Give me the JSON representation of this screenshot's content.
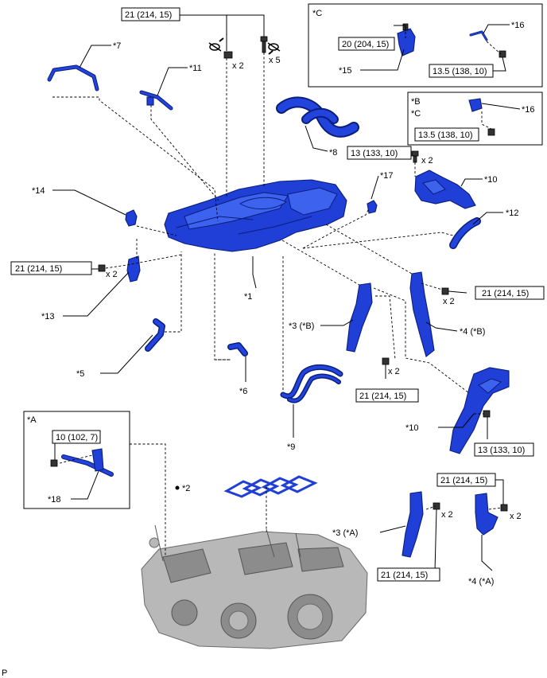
{
  "figure_code": "P",
  "callouts": {
    "c1": "*1",
    "c2": "*2",
    "c3A": "*3 (*A)",
    "c3B": "*3 (*B)",
    "c4A": "*4 (*A)",
    "c4B": "*4 (*B)",
    "c5": "*5",
    "c6": "*6",
    "c7": "*7",
    "c8": "*8",
    "c9": "*9",
    "c10a": "*10",
    "c10b": "*10",
    "c11": "*11",
    "c12": "*12",
    "c13": "*13",
    "c14": "*14",
    "c15": "*15",
    "c16a": "*16",
    "c16b": "*16",
    "c17": "*17",
    "c18": "*18"
  },
  "torques": {
    "top": "21 (214, 15)",
    "left13": "21 (214, 15)",
    "right4B": "21 (214, 15)",
    "mid3B": "21 (214, 15)",
    "bottom3A": "21 (214, 15)",
    "right4A": "21 (214, 15)",
    "mid10": "13 (133, 10)",
    "lower10": "13 (133, 10)",
    "boxC15": "20 (204, 15)",
    "boxC16": "13.5 (138, 10)",
    "boxB16": "13.5 (138, 10)",
    "boxA18": "10 (102, 7)"
  },
  "quantities": {
    "top_left": "x 2",
    "top_right": "x 5",
    "mid10": "x 2",
    "left13": "x 2",
    "right4B": "x 2",
    "mid3B": "x 2",
    "bottom3A": "x 2",
    "right4A": "x 2"
  },
  "inset_labels": {
    "C": "*C",
    "B": "*B",
    "BC": "*C",
    "A": "*A"
  },
  "colors": {
    "part_blue": "#1f3fd6",
    "engine_gray": "#b8b8b8"
  }
}
